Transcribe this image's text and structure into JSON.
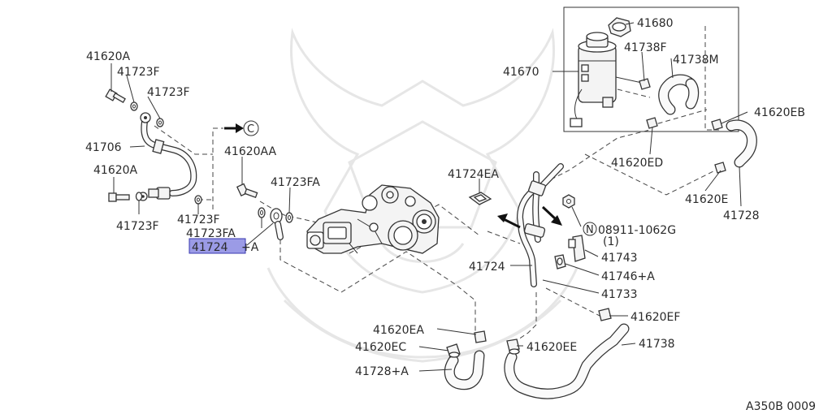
{
  "labels": {
    "p41620A_top": "41620A",
    "p41723F_a": "41723F",
    "p41723F_b": "41723F",
    "p41706": "41706",
    "p41620A_mid": "41620A",
    "p41723F_c": "41723F",
    "p41723F_d": "41723F",
    "p41620AA": "41620AA",
    "p41723FA_a": "41723FA",
    "p41723FA_b": "41723FA",
    "p41724A_hl": "41724",
    "p41724A_suffix": "+A",
    "ref_c": "C",
    "p41680": "41680",
    "p41738F": "41738F",
    "p41738M": "41738M",
    "p41670": "41670",
    "p41620EB": "41620EB",
    "p41620ED": "41620ED",
    "p41620E": "41620E",
    "p41728": "41728",
    "p41724EA": "41724EA",
    "p08911": "08911-1062G",
    "p08911_n": "N",
    "p08911_qty": "(1)",
    "p41743": "41743",
    "p41746A": "41746+A",
    "p41724": "41724",
    "p41733": "41733",
    "p41620EF": "41620EF",
    "p41620EA": "41620EA",
    "p41620EC": "41620EC",
    "p41620EE": "41620EE",
    "p41738": "41738",
    "p41728A": "41728+A",
    "figure_code": "A350B 0009"
  },
  "colors": {
    "highlight": "#9b9be6",
    "highlight_border": "#3a3ab0",
    "line": "#333333",
    "watermark": "#e6e6e6"
  }
}
